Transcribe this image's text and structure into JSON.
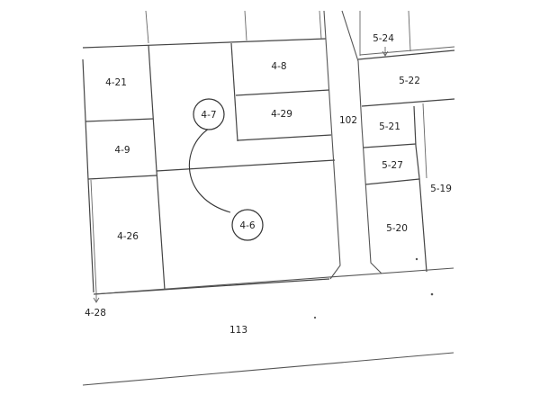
{
  "parcels": {
    "p4_21": "4-21",
    "p4_9": "4-9",
    "p4_26": "4-26",
    "p4_28": "4-28",
    "p4_8": "4-8",
    "p4_29": "4-29",
    "p4_7": "4-7",
    "p4_6": "4-6",
    "p5_24": "5-24",
    "p5_22": "5-22",
    "p5_21": "5-21",
    "p5_27": "5-27",
    "p5_20": "5-20",
    "p5_19": "5-19"
  },
  "roads": {
    "road_102": "102",
    "road_113": "113"
  },
  "colors": {
    "line": "#444444",
    "text": "#222222",
    "background": "#ffffff"
  }
}
